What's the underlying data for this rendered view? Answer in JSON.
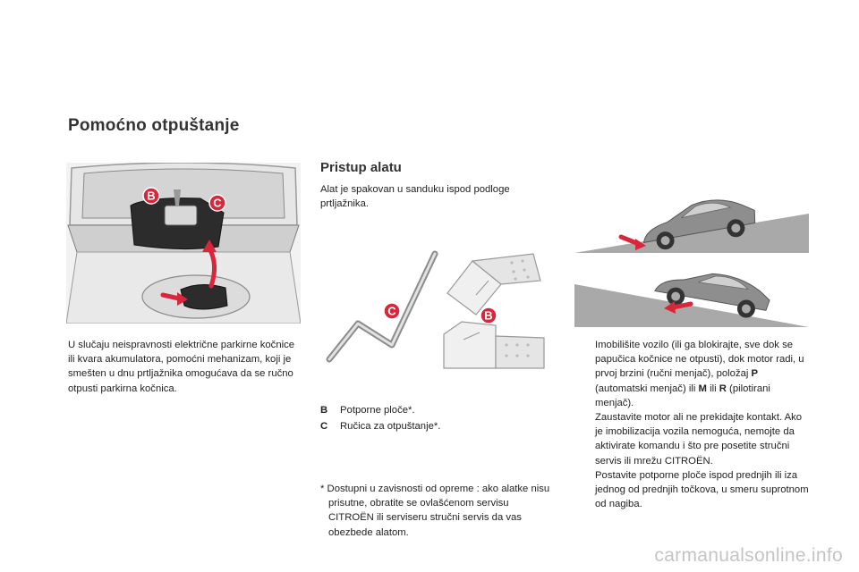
{
  "page": {
    "title": "Pomoćno otpuštanje"
  },
  "intro": {
    "text": "U slučaju neispravnosti električne parkirne kočnice ili kvara akumulatora, pomoćni mehanizam, koji je smešten u dnu prtljažnika omogućava da se ručno otpusti parkirna kočnica."
  },
  "photo_labels": {
    "b": "B",
    "c": "C"
  },
  "tools_section": {
    "title": "Pristup alatu",
    "text": "Alat je spakovan u sanduku ispod podloge prtljažnika.",
    "label_c": "C",
    "label_b": "B"
  },
  "legend": [
    {
      "key": "B",
      "text": "Potporne ploče*."
    },
    {
      "key": "C",
      "text": "Ručica za otpuštanje*."
    }
  ],
  "footnote": "* Dostupni u zavisnosti od opreme : ako alatke nisu prisutne, obratite se ovlašćenom servisu CITROËN ili serviseru stručni servis da vas obezbede alatom.",
  "bullets": {
    "mark": "",
    "b1": {
      "a": "Imobilišite vozilo (ili ga blokirajte, sve dok se papučica kočnice ne otpusti), dok motor radi, u prvoj brzini (ručni menjač), položaj ",
      "p": "P",
      "b": " (automatski menjač) ili ",
      "m": "M",
      "c": " ili ",
      "r": "R",
      "d": " (pilotirani menjač)."
    },
    "b2": "Zaustavite motor ali ne prekidajte kontakt. Ako je imobilizacija vozila nemoguća, nemojte da aktivirate komandu i što pre posetite stručni servis ili mrežu CITROËN.",
    "b3": "Postavite potporne ploče ispod prednjih ili iza jednog od prednjih točkova, u smeru suprotnom od nagiba."
  },
  "watermark": "carmanualsonline.info",
  "colors": {
    "accent_red": "#d8263a",
    "slope_gray": "#a9a9a9"
  }
}
